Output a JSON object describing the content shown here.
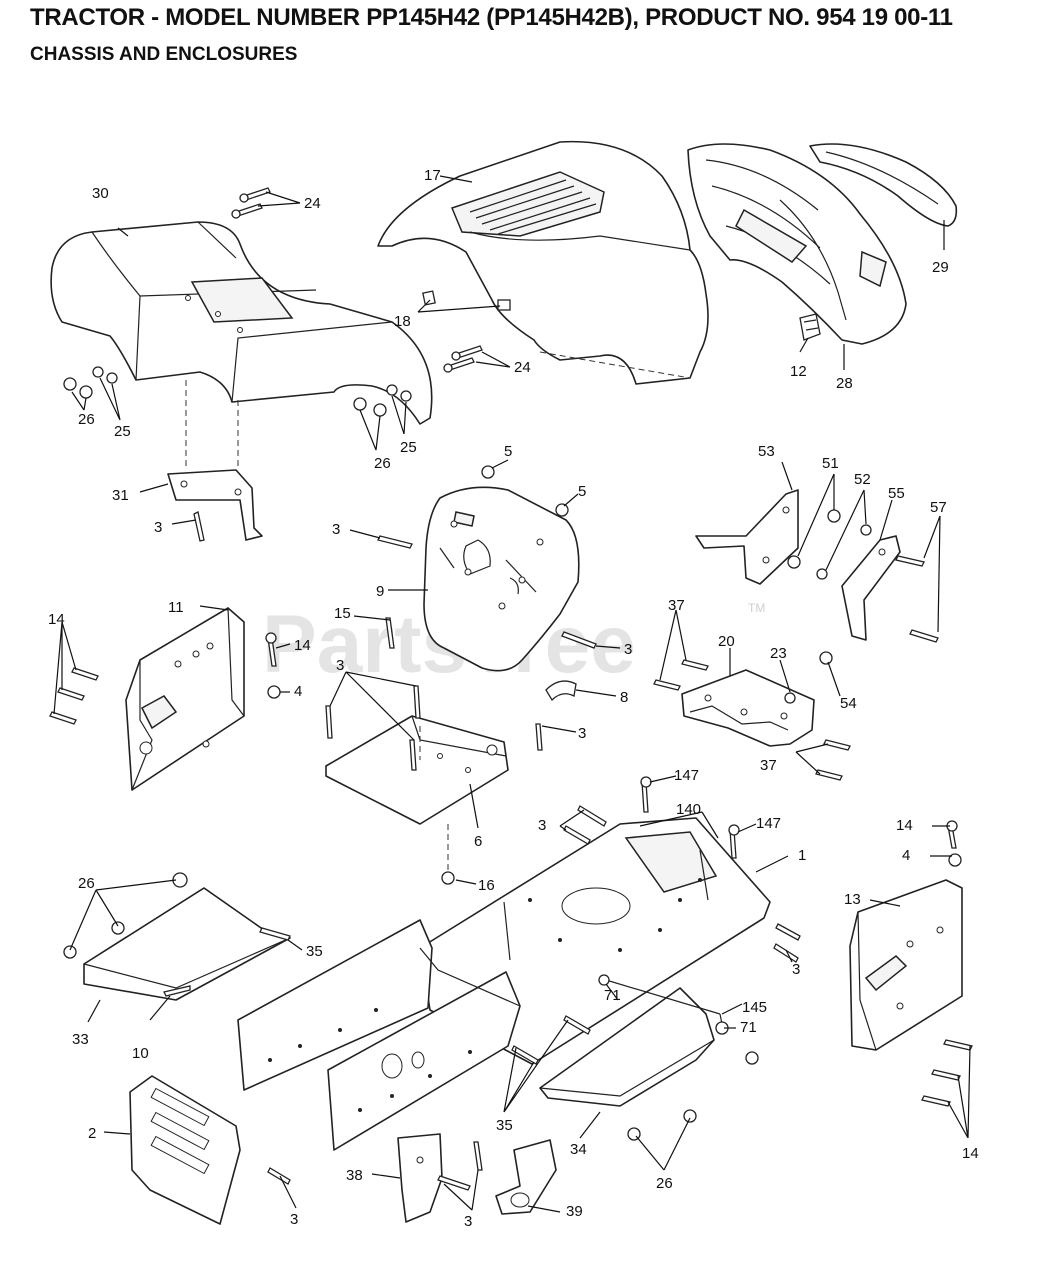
{
  "header": {
    "title": "TRACTOR - MODEL NUMBER PP145H42 (PP145H42B), PRODUCT NO. 954 19 00-11",
    "subtitle": "CHASSIS AND ENCLOSURES"
  },
  "watermark": {
    "text": "PartsTree",
    "trademark": "TM"
  },
  "callouts": {
    "c1": "1",
    "c2": "2",
    "c3a": "3",
    "c3b": "3",
    "c3c": "3",
    "c3d": "3",
    "c3e": "3",
    "c3f": "3",
    "c3g": "3",
    "c3h": "3",
    "c3i": "3",
    "c4a": "4",
    "c4b": "4",
    "c5a": "5",
    "c5b": "5",
    "c6": "6",
    "c8": "8",
    "c9": "9",
    "c10": "10",
    "c11": "11",
    "c12": "12",
    "c13": "13",
    "c14a": "14",
    "c14b": "14",
    "c14c": "14",
    "c14d": "14",
    "c15": "15",
    "c16": "16",
    "c17": "17",
    "c18": "18",
    "c20": "20",
    "c23": "23",
    "c24a": "24",
    "c24b": "24",
    "c25a": "25",
    "c25b": "25",
    "c26a": "26",
    "c26b": "26",
    "c26c": "26",
    "c26d": "26",
    "c28": "28",
    "c29": "29",
    "c30": "30",
    "c31": "31",
    "c33": "33",
    "c34": "34",
    "c35a": "35",
    "c35b": "35",
    "c37a": "37",
    "c37b": "37",
    "c38": "38",
    "c39": "39",
    "c51": "51",
    "c52": "52",
    "c53": "53",
    "c54": "54",
    "c55": "55",
    "c57": "57",
    "c71a": "71",
    "c71b": "71",
    "c140": "140",
    "c145": "145",
    "c147a": "147",
    "c147b": "147"
  }
}
